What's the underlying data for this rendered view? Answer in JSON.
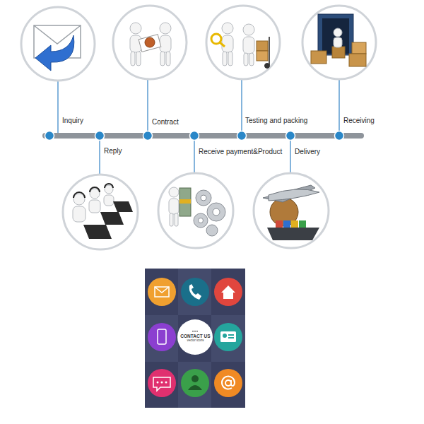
{
  "diagram": {
    "nodes": [
      {
        "text": [
          "CONTACT US",
          "vector icons"
        ]
      }
    ],
    "labels": [
      "Inquiry",
      "Reply",
      "Contract",
      "Receive payment&Product",
      "Testing and packing",
      "Delivery",
      "Receiving"
    ]
  }
}
